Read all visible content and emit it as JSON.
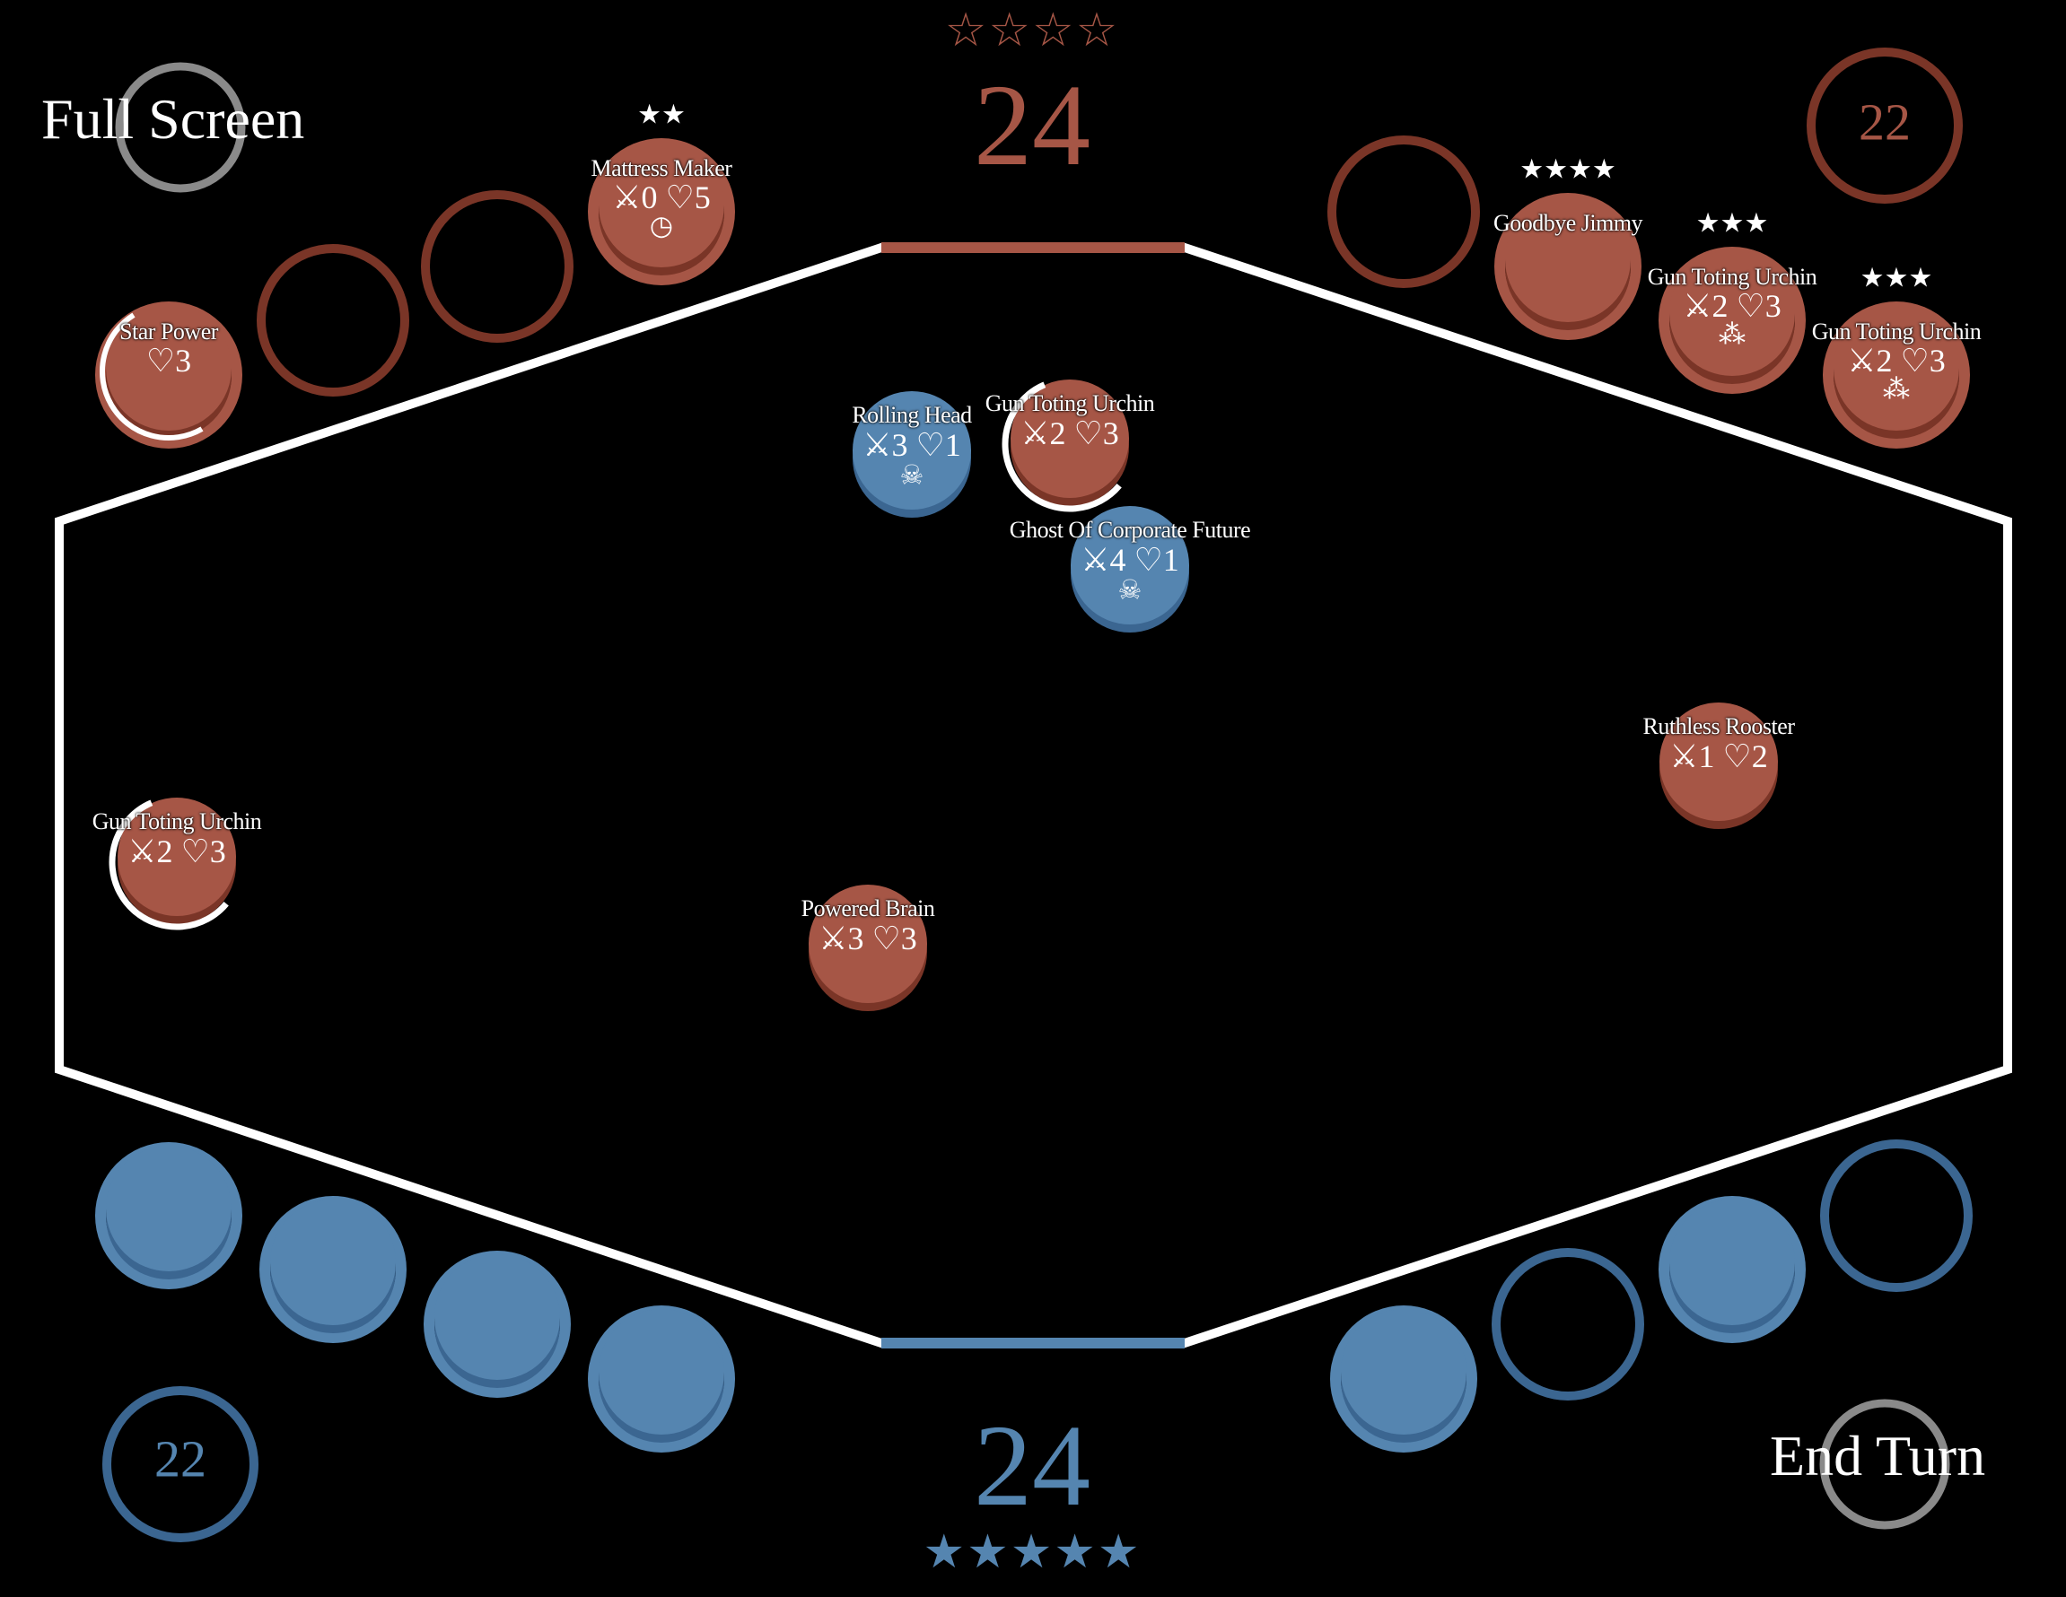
{
  "buttons": {
    "full_screen": "Full Screen",
    "end_turn": "End Turn"
  },
  "colors": {
    "red": "#a65646",
    "red_dark": "#7a3527",
    "blue": "#5585b0",
    "blue_dark": "#3b6691",
    "white": "#ffffff",
    "grey": "#8a8a8a"
  },
  "opponent": {
    "health": "24",
    "mana": "22",
    "rating": "☆☆☆☆"
  },
  "player": {
    "health": "24",
    "mana": "22",
    "rating": "★★★★★"
  },
  "opponent_hand": [
    {
      "name": "Star Power",
      "stats": "♡3",
      "symbol": "",
      "stars": "",
      "filled": true,
      "selected": true
    },
    {
      "name": "",
      "stats": "",
      "symbol": "",
      "stars": "",
      "filled": false,
      "selected": false
    },
    {
      "name": "",
      "stats": "",
      "symbol": "",
      "stars": "",
      "filled": false,
      "selected": false
    },
    {
      "name": "Mattress Maker",
      "stats": "⚔0 ♡5",
      "symbol": "◷",
      "stars": "★★",
      "filled": true,
      "selected": false
    },
    {
      "name": "",
      "stats": "",
      "symbol": "",
      "stars": "",
      "filled": false,
      "selected": false
    },
    {
      "name": "Goodbye Jimmy",
      "stats": "",
      "symbol": "",
      "stars": "★★★★",
      "filled": true,
      "selected": false
    },
    {
      "name": "Gun Toting Urchin",
      "stats": "⚔2 ♡3",
      "symbol": "⁂",
      "stars": "★★★",
      "filled": true,
      "selected": false
    },
    {
      "name": "Gun Toting Urchin",
      "stats": "⚔2 ♡3",
      "symbol": "⁂",
      "stars": "★★★",
      "filled": true,
      "selected": false
    }
  ],
  "player_hand": [
    {
      "filled": true
    },
    {
      "filled": true
    },
    {
      "filled": true
    },
    {
      "filled": true
    },
    {
      "filled": true
    },
    {
      "filled": false
    },
    {
      "filled": true
    },
    {
      "filled": false
    }
  ],
  "board_units": [
    {
      "team": "blue",
      "name": "Rolling Head",
      "stats": "⚔3 ♡1",
      "symbol": "☠",
      "selected": false
    },
    {
      "team": "red",
      "name": "Gun Toting Urchin",
      "stats": "⚔2 ♡3",
      "symbol": "",
      "selected": true
    },
    {
      "team": "blue",
      "name": "Ghost Of Corporate Future",
      "stats": "⚔4 ♡1",
      "symbol": "☠",
      "selected": false
    },
    {
      "team": "red",
      "name": "Ruthless Rooster",
      "stats": "⚔1 ♡2",
      "symbol": "",
      "selected": false
    },
    {
      "team": "red",
      "name": "Gun Toting Urchin",
      "stats": "⚔2 ♡3",
      "symbol": "",
      "selected": true
    },
    {
      "team": "red",
      "name": "Powered Brain",
      "stats": "⚔3 ♡3",
      "symbol": "",
      "selected": false
    }
  ]
}
